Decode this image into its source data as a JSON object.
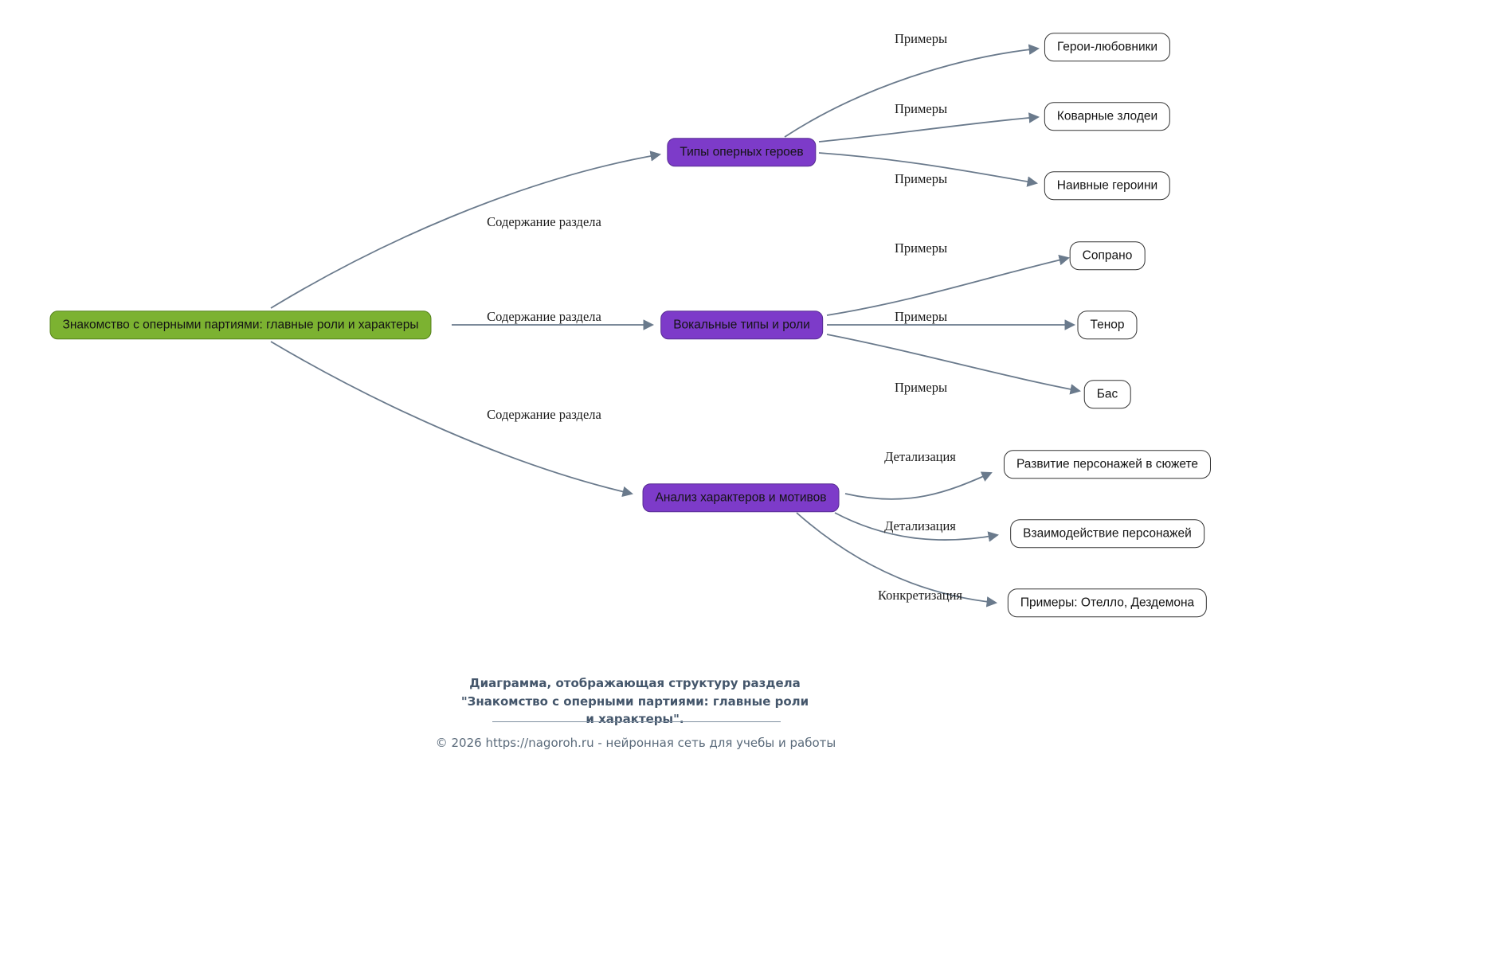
{
  "diagram": {
    "root": {
      "label": "Знакомство с оперными партиями: главные роли и характеры"
    },
    "branches": [
      {
        "label": "Типы оперных героев"
      },
      {
        "label": "Вокальные типы и роли"
      },
      {
        "label": "Анализ характеров и мотивов"
      }
    ],
    "leaves": [
      {
        "label": "Герои-любовники"
      },
      {
        "label": "Коварные злодеи"
      },
      {
        "label": "Наивные героини"
      },
      {
        "label": "Сопрано"
      },
      {
        "label": "Тенор"
      },
      {
        "label": "Бас"
      },
      {
        "label": "Развитие персонажей в сюжете"
      },
      {
        "label": "Взаимодействие персонажей"
      },
      {
        "label": "Примеры: Отелло, Дездемона"
      }
    ],
    "edge_labels": [
      {
        "text": "Содержание раздела"
      },
      {
        "text": "Содержание раздела"
      },
      {
        "text": "Содержание раздела"
      },
      {
        "text": "Примеры"
      },
      {
        "text": "Примеры"
      },
      {
        "text": "Примеры"
      },
      {
        "text": "Примеры"
      },
      {
        "text": "Примеры"
      },
      {
        "text": "Примеры"
      },
      {
        "text": "Детализация"
      },
      {
        "text": "Детализация"
      },
      {
        "text": "Конкретизация"
      }
    ],
    "colors": {
      "root_fill": "#7cb231",
      "root_border": "#54801a",
      "branch_fill": "#7d3bc9",
      "branch_border": "#562d91",
      "leaf_fill": "#ffffff",
      "leaf_border": "#333333",
      "edge": "#6a7a8c"
    }
  },
  "footer": {
    "caption": "Диаграмма, отображающая структуру раздела\n\"Знакомство с оперными партиями: главные роли\nи характеры\".",
    "copyright": "© 2026 https://nagoroh.ru - нейронная сеть для учебы и работы"
  }
}
